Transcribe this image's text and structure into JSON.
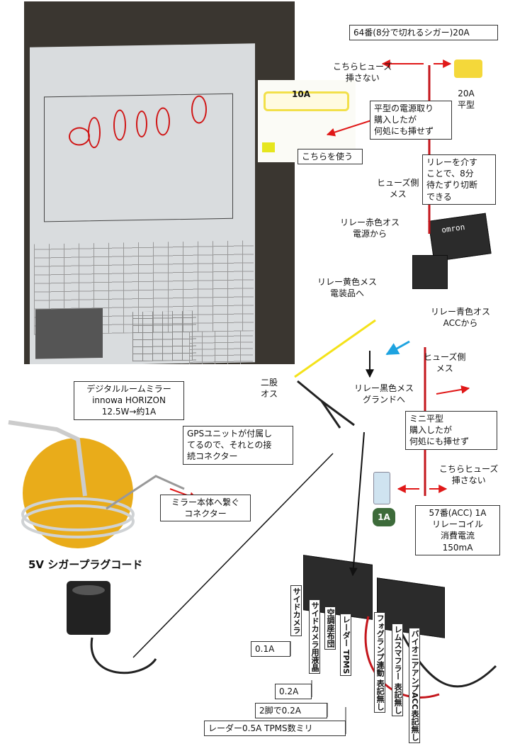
{
  "top_right_box": "64番(8分で切れるシガー)20A",
  "fuse_top_label": "こちらヒューズ\n挿さない",
  "fuse20_label": "20A\n平型",
  "inline_fuse_tag": "10A",
  "use_this": "こちらを使う",
  "flat_power_note": "平型の電源取り\n購入したが\n何処にも挿せず",
  "relay_note": "リレーを介す\nことで、8分\n待たずり切断\nできる",
  "fuse_side_female_top": "ヒューズ側\nメス",
  "relay_red": "リレー赤色オス\n電源から",
  "relay_yellow": "リレー黄色メス\n電装品へ",
  "relay_blue": "リレー青色オス\nACCから",
  "fuse_side_female_mid": "ヒューズ側\nメス",
  "relay_black": "リレー黒色メス\nグランドへ",
  "two_branch": "二股\nオス",
  "mirror_box": "デジタルルームミラー\ninnowa HORIZON\n12.5W→約1A",
  "gps_box": "GPSユニットが付属し\nてるので、それとの接\n続コネクター",
  "mirror_connector": "ミラー本体へ繋ぐ\nコネクター",
  "plug_caption": "5V シガープラグコード",
  "mini_flat_note": "ミニ平型\n購入したが\n何処にも挿せず",
  "fuse_bottom_label": "こちらヒューズ\n挿さない",
  "badge_1a": "1A",
  "fuse57_box": "57番(ACC) 1A\nリレーコイル\n消費電流\n150mA",
  "relay_brand": "omron",
  "vertical_labels": [
    "サイドカメラ",
    "サイドカメラ用液晶",
    "空調座布団",
    "レーダー TPMS",
    "フォグランプ連動 表記無し",
    "レムスマフラー 表記無し",
    "バイオニアアンプACC表記無し"
  ],
  "bottom_boxes": [
    "0.1A",
    "0.2A",
    "2脚で0.2A",
    "レーダー0.5A TPMS数ミリ"
  ],
  "colors": {
    "red_arrow": "#e01818",
    "yellow_wire": "#f4e21a",
    "blue_arrow": "#1ea3e0",
    "sw_orange": "#e9ac1a",
    "badge_green": "#3d6b3a"
  }
}
